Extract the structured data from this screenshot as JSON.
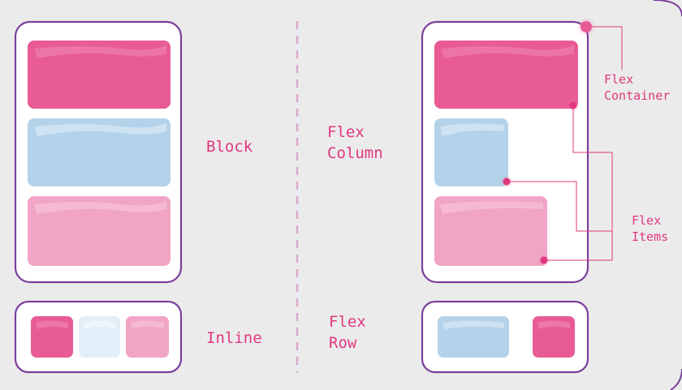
{
  "colors": {
    "background": "#ebebeb",
    "container_border": "#7a3f9d",
    "hot_pink": "#e85b95",
    "light_blue": "#b4d3ea",
    "pale_blue": "#e2eef8",
    "light_pink": "#f1a4c4",
    "label_text": "#e0387f",
    "divider": "#d9a9d0",
    "connector": "#e0387f"
  },
  "left": {
    "block_label": "Block",
    "inline_label": "Inline"
  },
  "right": {
    "flex_column_label_line1": "Flex",
    "flex_column_label_line2": "Column",
    "flex_row_label_line1": "Flex",
    "flex_row_label_line2": "Row",
    "callout_container_line1": "Flex",
    "callout_container_line2": "Container",
    "callout_items_line1": "Flex",
    "callout_items_line2": "Items"
  }
}
